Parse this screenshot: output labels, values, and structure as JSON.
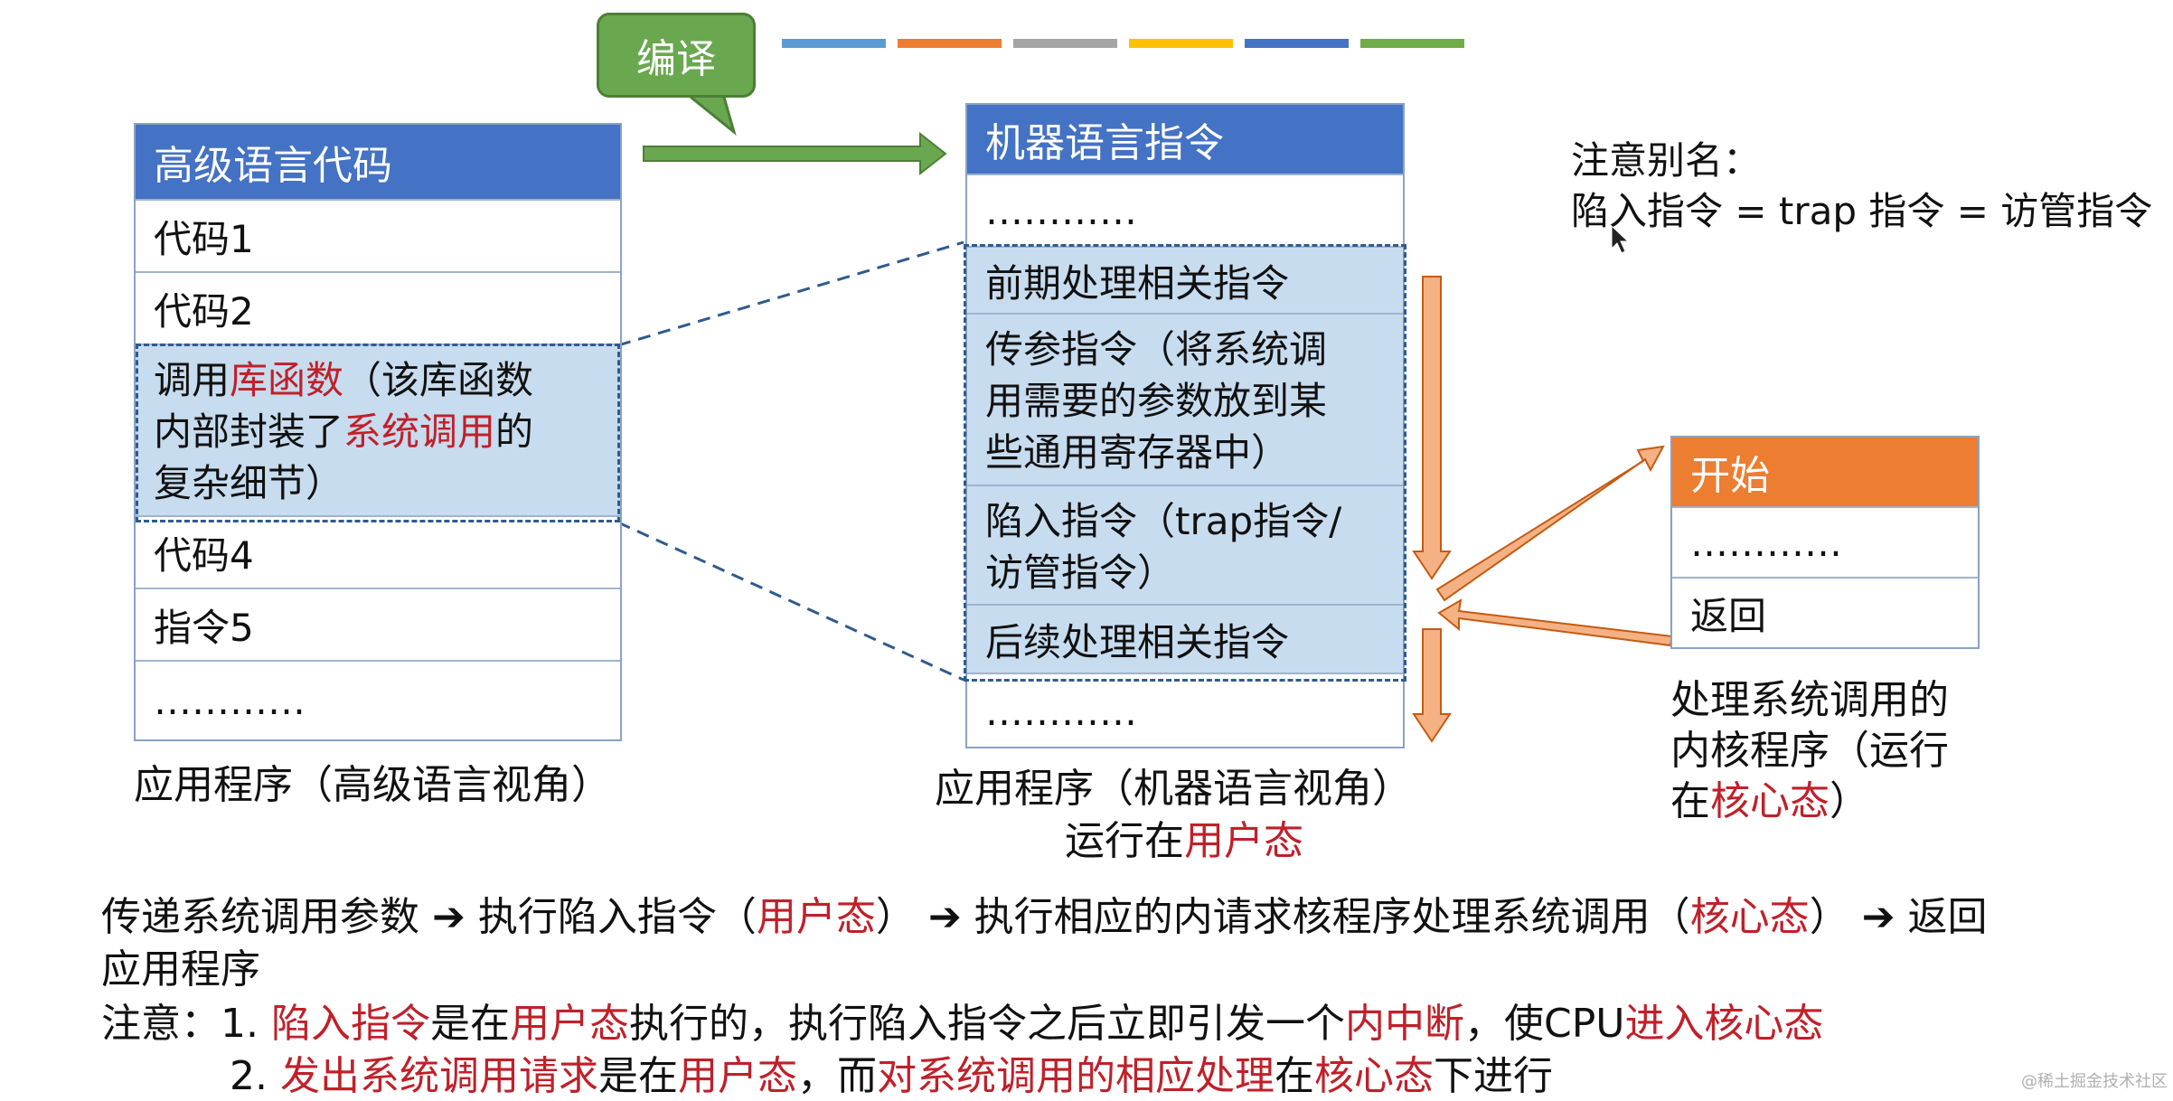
{
  "colors": {
    "blue_header": "#4472c4",
    "orange_header": "#ed7d31",
    "highlight_fill": "#c7dcee",
    "green": "#6aa84f",
    "red_text": "#c0202a",
    "strip": [
      "#5b9bd5",
      "#ed7d31",
      "#a5a5a5",
      "#ffc000",
      "#4472c4",
      "#70ad47"
    ]
  },
  "bubble": {
    "label": "编译"
  },
  "left_table": {
    "header": "高级语言代码",
    "rows": [
      "代码1",
      "代码2"
    ],
    "call_row": {
      "line1_a": "调用",
      "line1_b": "库函数",
      "line1_c": "（该库函数",
      "line2_a": "内部封装了",
      "line2_b": "系统调用",
      "line2_c": "的",
      "line3": "复杂细节）"
    },
    "rows_after": [
      "代码4",
      "指令5",
      "…………"
    ],
    "caption": "应用程序（高级语言视角）"
  },
  "mid_table": {
    "header": "机器语言指令",
    "top_dots": "…………",
    "highlight_rows": {
      "r1": "前期处理相关指令",
      "r2_l1": "传参指令（将系统调",
      "r2_l2": "用需要的参数放到某",
      "r2_l3": "些通用寄存器中）",
      "r3_l1": "陷入指令（trap指令/",
      "r3_l2": "访管指令）",
      "r4": "后续处理相关指令"
    },
    "bottom_dots": "…………",
    "caption_l1": "应用程序（机器语言视角）",
    "caption_l2_a": "运行在",
    "caption_l2_b": "用户态"
  },
  "alias": {
    "title": "注意别名：",
    "text": "陷入指令 = trap 指令 = 访管指令"
  },
  "right_table": {
    "header": "开始",
    "dots": "…………",
    "row": "返回",
    "desc_l1": "处理系统调用的",
    "desc_l2": "内核程序（运行",
    "desc_l3_a": "在",
    "desc_l3_b": "核心态",
    "desc_l3_c": "）"
  },
  "bottom": {
    "flow_a": "传递系统调用参数 ➔ 执行陷入指令（",
    "flow_b": "用户态",
    "flow_c": "） ➔ 执行相应的内请求核程序处理系统调用（",
    "flow_d": "核心态",
    "flow_e": "） ➔ 返回",
    "flow_l2": "应用程序",
    "note_label": "注意：1. ",
    "note1_a": "陷入指令",
    "note1_b": "是在",
    "note1_c": "用户态",
    "note1_d": "执行的，执行陷入指令之后立即引发一个",
    "note1_e": "内中断",
    "note1_f": "，使CPU",
    "note1_g": "进入核心态",
    "note2_num": "2. ",
    "note2_a": "发出系统调用请求",
    "note2_b": "是在",
    "note2_c": "用户态",
    "note2_d": "，而",
    "note2_e": "对系统调用的相应处理",
    "note2_f": "在",
    "note2_g": "核心态",
    "note2_h": "下进行"
  },
  "watermark": "@稀土掘金技术社区"
}
